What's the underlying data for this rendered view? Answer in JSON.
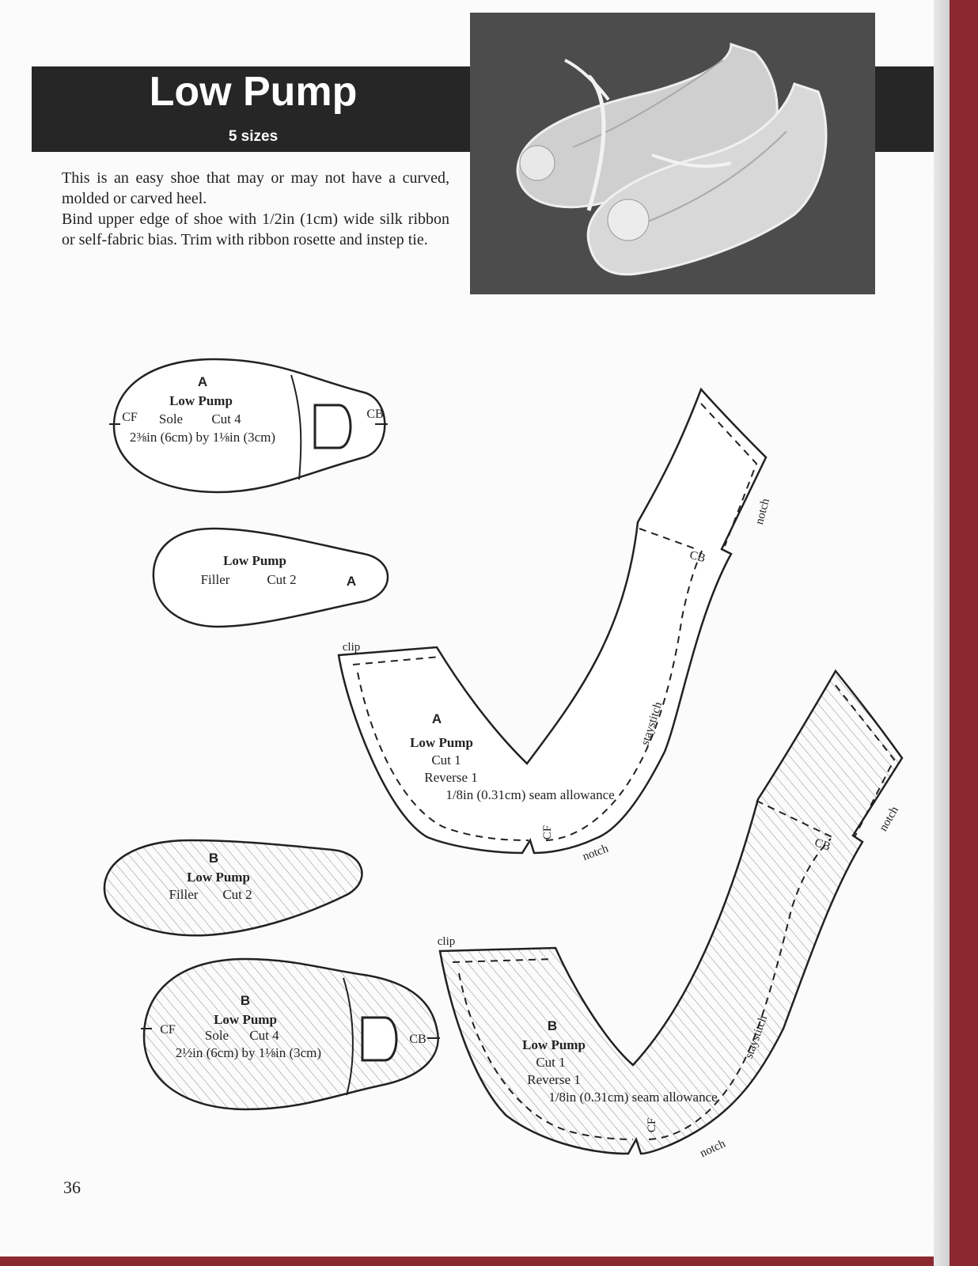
{
  "header": {
    "title": "Low Pump",
    "subtitle": "5 sizes"
  },
  "intro": {
    "line1": "This is an easy shoe that may or may not have a curved, molded or carved heel.",
    "line2": "Bind upper edge of shoe with 1/2in (1cm) wide silk ribbon or self-fabric bias. Trim with ribbon rosette and instep tie."
  },
  "photo": {
    "subject": "pair of white fabric doll shoes with ribbon rosettes and instep ties"
  },
  "sole_a": {
    "letter": "A",
    "name": "Low Pump",
    "piece": "Sole",
    "cut": "Cut 4",
    "size": "2⅜in (6cm) by 1⅛in (3cm)",
    "cf": "CF",
    "cb": "CB"
  },
  "filler_a": {
    "name": "Low Pump",
    "piece": "Filler",
    "cut": "Cut 2",
    "letter": "A"
  },
  "upper_a": {
    "clip": "clip",
    "letter": "A",
    "name": "Low Pump",
    "cut": "Cut 1",
    "reverse": "Reverse 1",
    "seam": "1/8in (0.31cm) seam allowance",
    "cf": "CF",
    "cb": "CB",
    "notch_bottom": "notch",
    "notch_side": "notch",
    "staystitch": "staystitch"
  },
  "filler_b": {
    "letter": "B",
    "name": "Low Pump",
    "piece": "Filler",
    "cut": "Cut 2"
  },
  "sole_b": {
    "letter": "B",
    "name": "Low Pump",
    "piece": "Sole",
    "cut": "Cut 4",
    "size": "2½in (6cm) by 1⅛in (3cm)",
    "cf": "CF",
    "cb": "CB"
  },
  "upper_b": {
    "clip": "clip",
    "letter": "B",
    "name": "Low Pump",
    "cut": "Cut 1",
    "reverse": "Reverse 1",
    "seam": "1/8in (0.31cm) seam allowance",
    "cf": "CF",
    "cb": "CB",
    "notch_bottom": "notch",
    "notch_side": "notch",
    "staystitch": "staystitch"
  },
  "footer": {
    "page_number": "36"
  }
}
